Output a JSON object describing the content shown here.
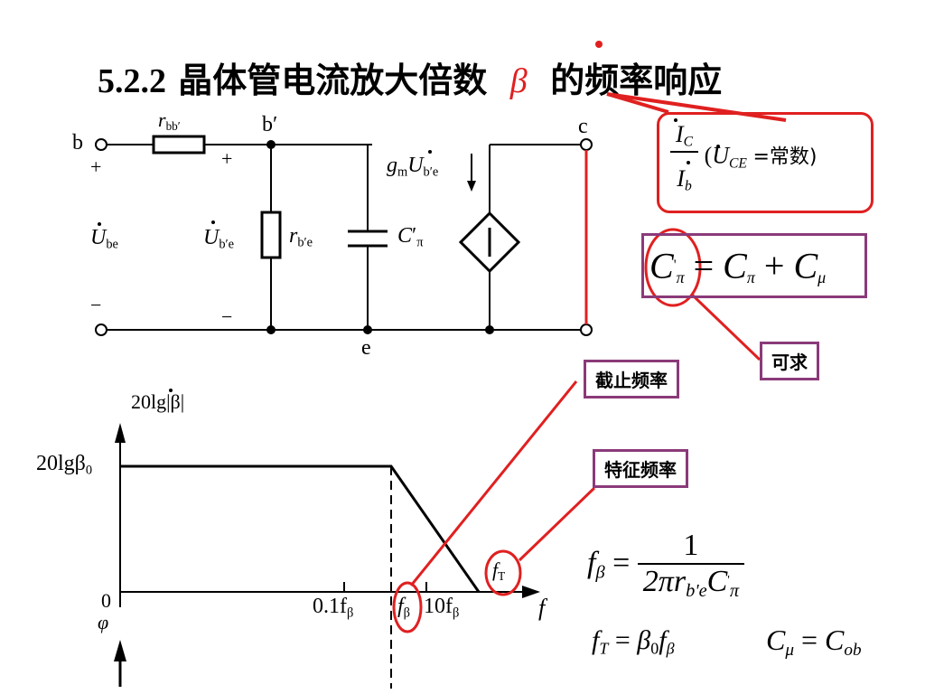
{
  "title": {
    "number": "5.2.2",
    "text_before": "晶体管电流放大倍数",
    "beta_symbol": "β",
    "text_after": "的频率响应"
  },
  "circuit": {
    "node_b": "b",
    "node_b_prime": "b′",
    "node_c": "c",
    "node_e": "e",
    "r_bb_symbol": "r",
    "r_bb_sub": "bb′",
    "r_be_symbol": "r",
    "r_be_sub": "b′e",
    "u_be_symbol": "U",
    "u_be_sub": "be",
    "u_bprime_e_symbol": "U",
    "u_bprime_e_sub": "b′e",
    "c_pi_symbol": "C",
    "c_pi_sub": "π",
    "c_pi_prime": "′",
    "gm_label": "g",
    "gm_sub": "m",
    "gm_u_symbol": "U",
    "gm_u_sub": "b′e",
    "plus": "+",
    "minus": "−"
  },
  "definition_box": {
    "numerator": "I",
    "numerator_sub": "C",
    "denominator": "I",
    "denominator_sub": "b",
    "condition_open": "(",
    "condition_var": "U",
    "condition_sub": "CE",
    "condition_rest": "=常数)"
  },
  "capacitance_box": {
    "lhs": "C",
    "lhs_sub": "π",
    "lhs_sup": "'",
    "equals": "=",
    "t1": "C",
    "t1_sub": "π",
    "plus": "+",
    "t2": "C",
    "t2_sub": "μ"
  },
  "tags": {
    "solvable": "可求",
    "cutoff_freq": "截止频率",
    "characteristic_freq": "特征频率"
  },
  "bode": {
    "y_axis_label": "20lg|β|",
    "y_level_label": "20lgβ",
    "y_level_sub": "0",
    "origin": "0",
    "phi": "φ",
    "x_var": "f",
    "tick1": "0.1f",
    "tick1_sub": "β",
    "tick2": "f",
    "tick2_sub": "β",
    "tick3": "10f",
    "tick3_sub": "β",
    "ft_label": "f",
    "ft_sub": "T"
  },
  "formulas": {
    "f_beta_lhs": "f",
    "f_beta_sub": "β",
    "equals": "=",
    "numerator": "1",
    "denominator_pre": "2πr",
    "denominator_sub": "b'e",
    "denominator_c": "C",
    "denominator_c_sub": "π",
    "denominator_c_sup": "'",
    "ft_lhs": "f",
    "ft_sub": "T",
    "ft_rhs_beta": "β",
    "ft_rhs_beta_sub": "0",
    "ft_rhs_f": "f",
    "ft_rhs_f_sub": "β",
    "cmu_lhs": "C",
    "cmu_sub": "μ",
    "cmu_rhs": "C",
    "cmu_rhs_sub": "ob"
  },
  "colors": {
    "accent": "#e02020",
    "tag_border": "#8b3a7a"
  }
}
